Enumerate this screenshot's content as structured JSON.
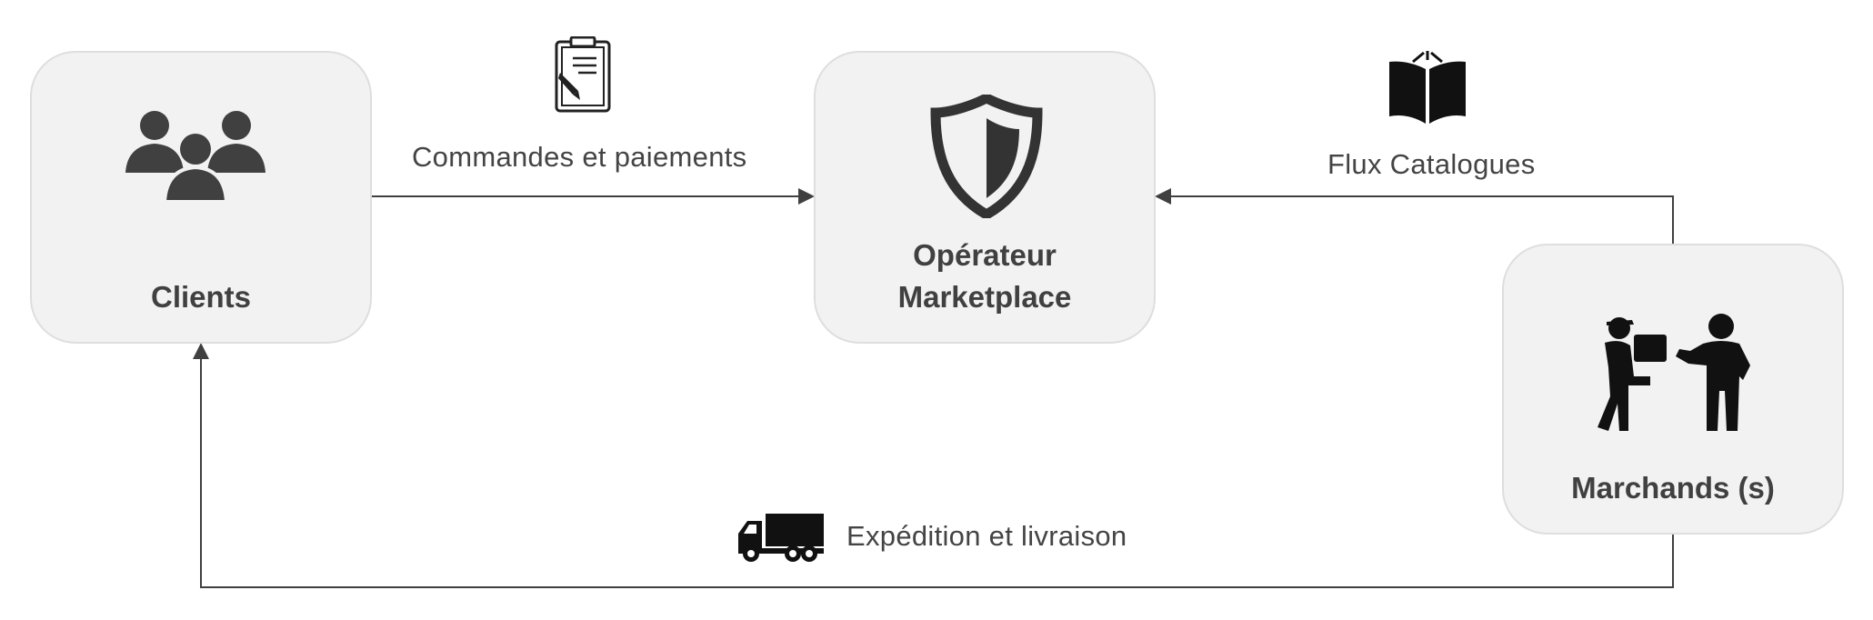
{
  "nodes": {
    "clients": {
      "label": "Clients",
      "icon": "people-group-icon"
    },
    "operator": {
      "label_line1": "Opérateur",
      "label_line2": "Marketplace",
      "icon": "shield-icon"
    },
    "merchants": {
      "label": "Marchands (s)",
      "icon": "delivery-handover-icon"
    }
  },
  "flows": {
    "orders": {
      "label": "Commandes et paiements",
      "icon": "clipboard-icon"
    },
    "catalog": {
      "label": "Flux Catalogues",
      "icon": "open-book-icon"
    },
    "shipping": {
      "label": "Expédition et livraison",
      "icon": "truck-icon"
    }
  },
  "colors": {
    "node_fill": "#f2f2f2",
    "node_border": "#dedede",
    "line": "#404040",
    "icon": "#333333"
  }
}
